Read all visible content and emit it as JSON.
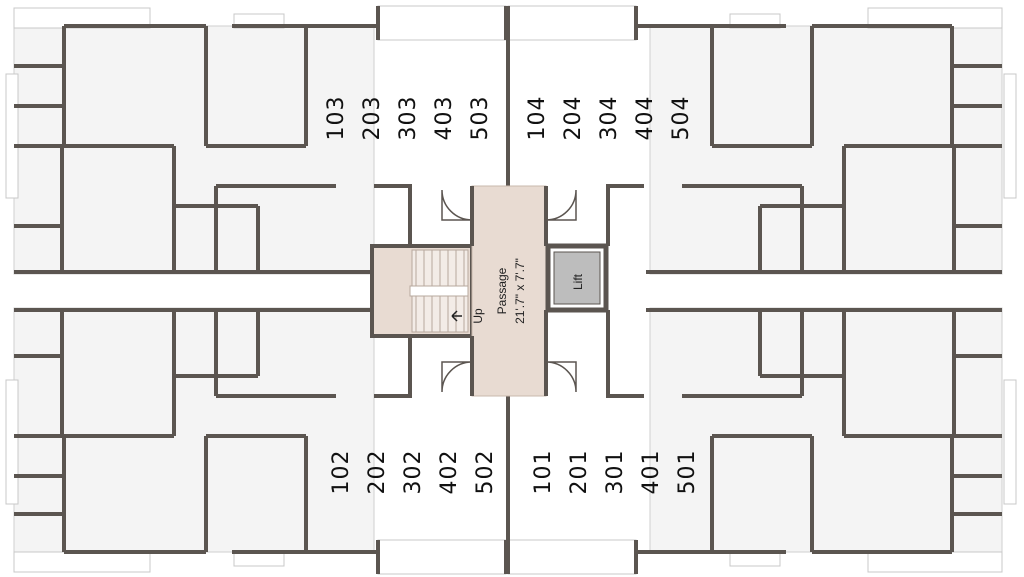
{
  "colors": {
    "wall": "#5b5550",
    "floor": "#f4f4f4",
    "core": "#e8dbd2",
    "lift": "#bdbdbd",
    "window": "#c8c8c8"
  },
  "unit_labels": {
    "top_left": [
      "103",
      "203",
      "303",
      "403",
      "503"
    ],
    "top_right": [
      "104",
      "204",
      "304",
      "404",
      "504"
    ],
    "bottom_left": [
      "102",
      "202",
      "302",
      "402",
      "502"
    ],
    "bottom_right": [
      "101",
      "201",
      "301",
      "401",
      "501"
    ]
  },
  "core": {
    "passage_name": "Passage",
    "passage_size": "21'.7\" x 7'.7\"",
    "stair_label": "Up",
    "lift_label": "Lift"
  }
}
